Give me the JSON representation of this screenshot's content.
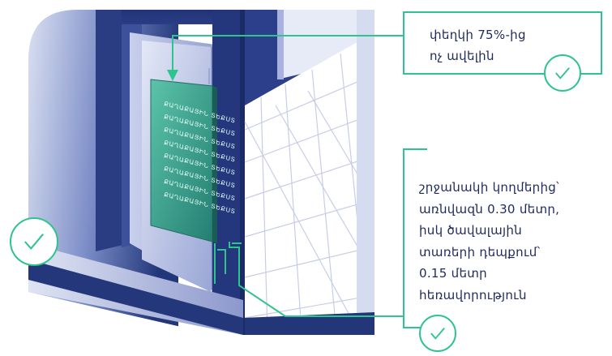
{
  "callouts": {
    "top": {
      "lines": [
        "փեղկի 75%-ից",
        "ոչ ավելին"
      ]
    },
    "bottom": {
      "lines": [
        "շրջանակի կողմերից՝",
        "առնվազն 0.30 մետր,",
        "իսկ ծավալային",
        "տառերի դեպքում՝",
        "0.15 մետր",
        "հեռավորություն"
      ]
    }
  },
  "sign": {
    "lines": [
      "ՔԱՂԱՔԱՅԻՆ ՏԵՔՍՏ",
      "ՔԱՂԱՔԱՅԻՆ ՏԵՔՍՏ",
      "ՔԱՂԱՔԱՅԻՆ ՏԵՔՍՏ",
      "ՔԱՂԱՔԱՅԻՆ ՏԵՔՍՏ",
      "ՔԱՂԱՔԱՅԻՆ ՏԵՔՍՏ",
      "ՔԱՂԱՔԱՅԻՆ ՏԵՔՍՏ",
      "ՔԱՂԱՔԱՅԻՆ ՏԵՔՍՏ",
      "ՔԱՂԱՔԱՅԻՆ ՏԵՔՍՏ"
    ]
  },
  "colors": {
    "accent": "#2fc48d",
    "text": "#1e2a5a",
    "facade_dark": "#1d2f72",
    "facade_light": "#b9c3e6",
    "sign": "#2f9a86"
  },
  "icons": [
    "check-circle-icon",
    "check-circle-icon",
    "check-circle-icon"
  ]
}
